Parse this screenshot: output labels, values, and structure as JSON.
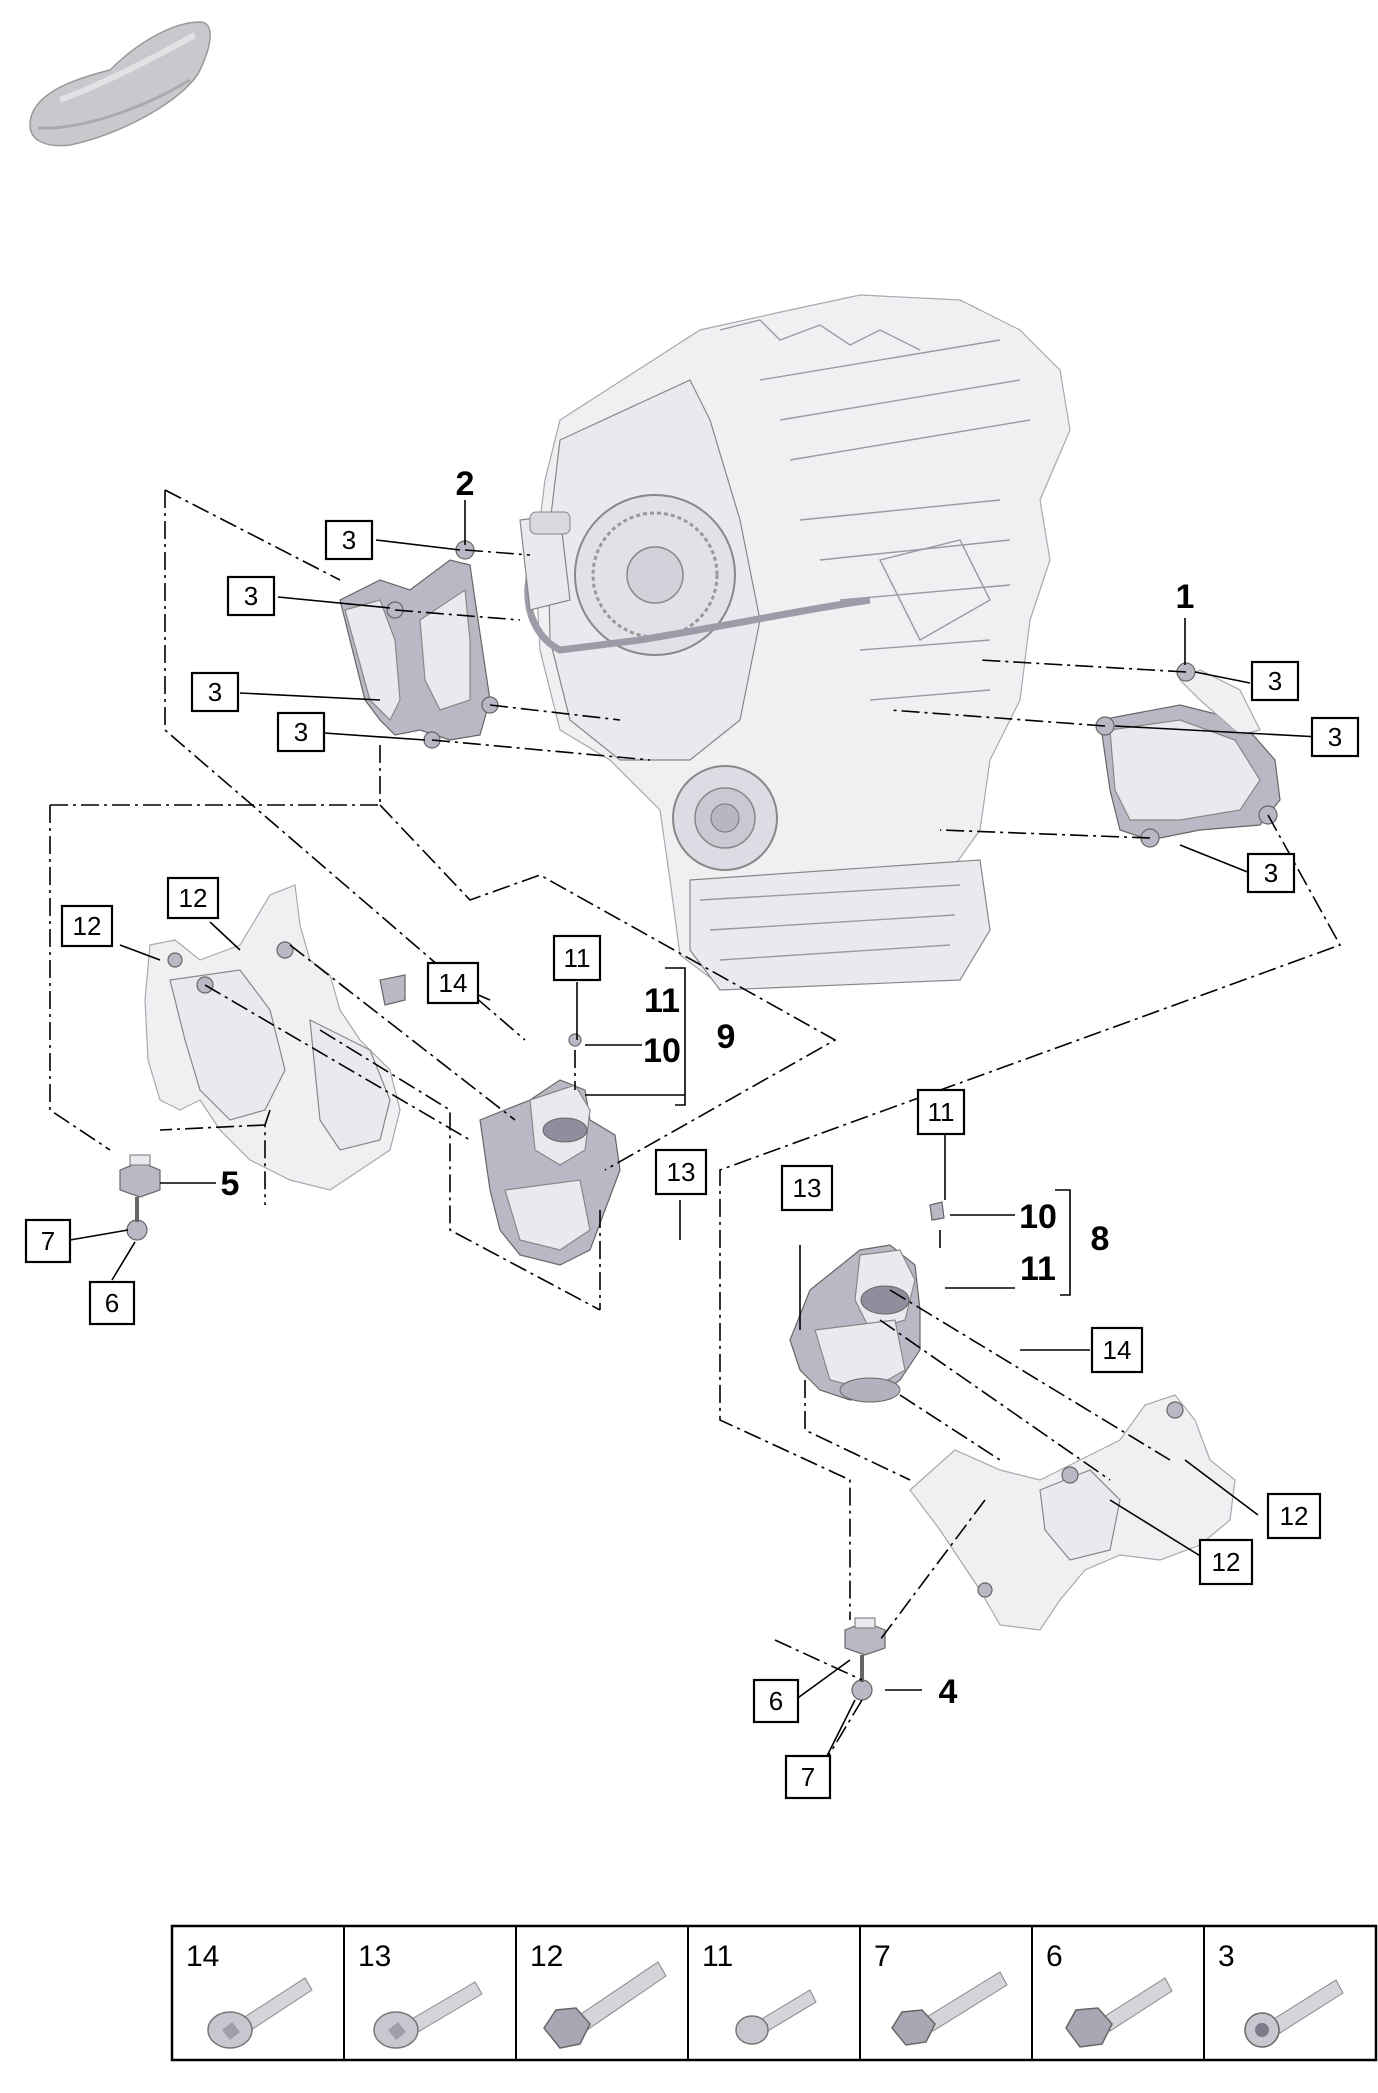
{
  "callouts": {
    "c1": "1",
    "c2": "2",
    "c3": "3",
    "c4": "4",
    "c5": "5",
    "c6": "6",
    "c7": "7",
    "c8": "8",
    "c9": "9",
    "c10": "10",
    "c11": "11",
    "c12": "12",
    "c13": "13",
    "c14": "14"
  },
  "legend": {
    "items": [
      {
        "label": "14",
        "icon": "bolt-icon"
      },
      {
        "label": "13",
        "icon": "bolt-icon"
      },
      {
        "label": "12",
        "icon": "bolt-icon"
      },
      {
        "label": "11",
        "icon": "bolt-icon"
      },
      {
        "label": "7",
        "icon": "bolt-icon"
      },
      {
        "label": "6",
        "icon": "bolt-icon"
      },
      {
        "label": "3",
        "icon": "bolt-icon"
      }
    ]
  },
  "colors": {
    "part_fill": "#e9e9ef",
    "part_dark": "#b9b9c6",
    "line": "#000000"
  }
}
